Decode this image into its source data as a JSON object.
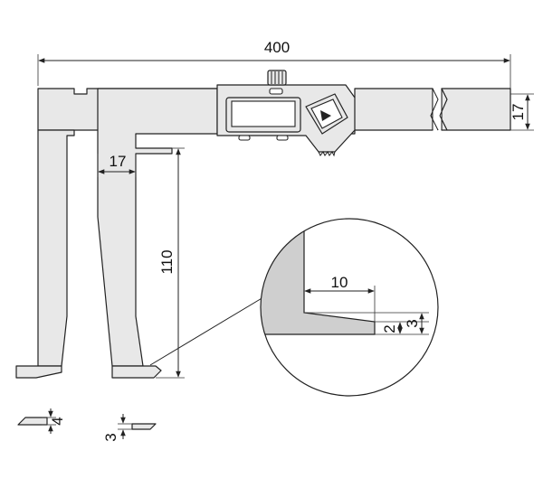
{
  "dimensions": {
    "overall_length": "400",
    "beam_height": "17",
    "jaw_offset": "17",
    "jaw_depth": "110",
    "detail_tip_length": "10",
    "detail_tip_thickness_inner": "2",
    "detail_tip_thickness_outer": "3",
    "tip_section_a": "4",
    "tip_section_b": "3"
  },
  "icons": {
    "display_button": "triangle-right-icon"
  }
}
